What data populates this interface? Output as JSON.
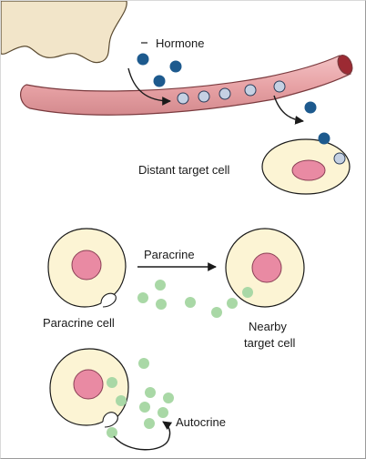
{
  "labels": {
    "hormone": "Hormone",
    "distant_target": "Distant target cell",
    "paracrine": "Paracrine",
    "paracrine_cell": "Paracrine cell",
    "nearby_line1": "Nearby",
    "nearby_line2": "target cell",
    "autocrine": "Autocrine"
  },
  "colors": {
    "gland": "#f2e5c9",
    "gland_stroke": "#5a4a30",
    "vessel": "#e8a3a6",
    "vessel_stroke": "#7a3a3e",
    "vessel_lumen": "#9c2a33",
    "hormone_dark": "#1d5a8e",
    "hormone_light": "#c5d1e3",
    "cell_fill": "#fcf4d4",
    "nucleus": "#e98aa3",
    "signal_green": "#a9d8a6"
  }
}
